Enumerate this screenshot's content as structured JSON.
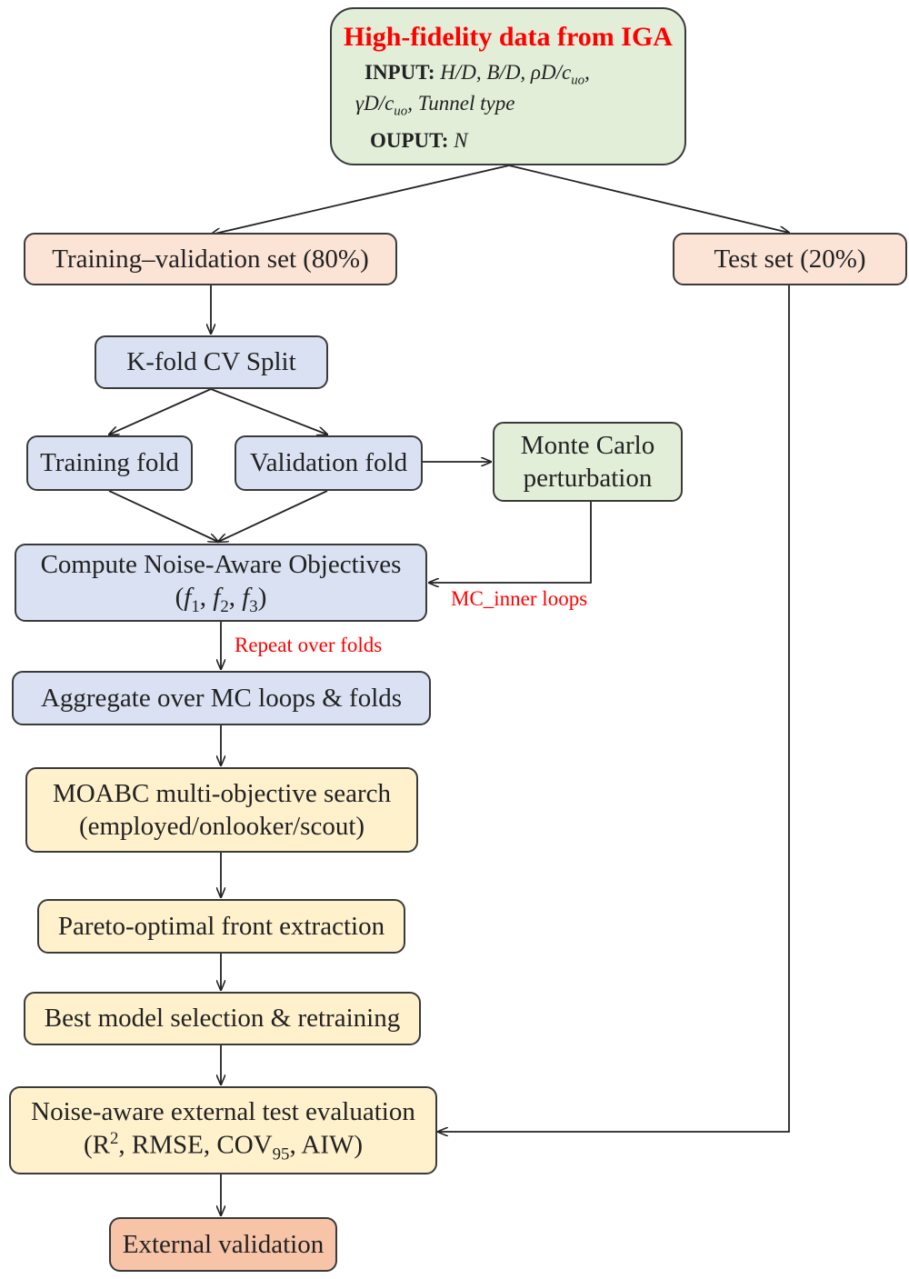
{
  "source": {
    "title": "High-fidelity data from IGA",
    "input_label": "INPUT:",
    "input_line1": "H/D, B/D, ρD/c",
    "input_line1_sub": "uo",
    "input_line1_end": ",",
    "input_line2": "γD/c",
    "input_line2_sub": "uo",
    "input_line2_end": ", Tunnel type",
    "output_label": "OUPUT:",
    "output_value": "N"
  },
  "nodes": {
    "training_validation": "Training–validation set (80%)",
    "test_set": "Test set (20%)",
    "kfold": "K-fold CV Split",
    "training_fold": "Training fold",
    "validation_fold": "Validation fold",
    "monte_carlo_l1": "Monte Carlo",
    "monte_carlo_l2": "perturbation",
    "compute_l1": "Compute Noise-Aware Objectives",
    "compute_open": "(",
    "compute_f": "f",
    "compute_s1": "1",
    "compute_sep1": ", ",
    "compute_s2": "2",
    "compute_sep2": ", ",
    "compute_s3": "3",
    "compute_close": ")",
    "aggregate": "Aggregate over MC loops & folds",
    "moabc_l1": "MOABC multi-objective search",
    "moabc_l2": "(employed/onlooker/scout)",
    "pareto": "Pareto-optimal front extraction",
    "best_model": "Best model selection & retraining",
    "noise_eval_l1": "Noise-aware external test evaluation",
    "noise_eval_l2a": "(R",
    "noise_eval_sup": "2",
    "noise_eval_l2b": ", RMSE, COV",
    "noise_eval_sub": "95",
    "noise_eval_l2c": ", AIW)",
    "external_validation": "External validation"
  },
  "annotations": {
    "mc_inner_loops": "MC_inner loops",
    "repeat_over_folds": "Repeat over folds"
  },
  "colors": {
    "green": "#e2eed8",
    "peach": "#fbe3d6",
    "blue": "#d9e1f2",
    "yellow": "#fff1cc",
    "salmon": "#f7c4a8",
    "annotation_red": "#ff0000"
  }
}
